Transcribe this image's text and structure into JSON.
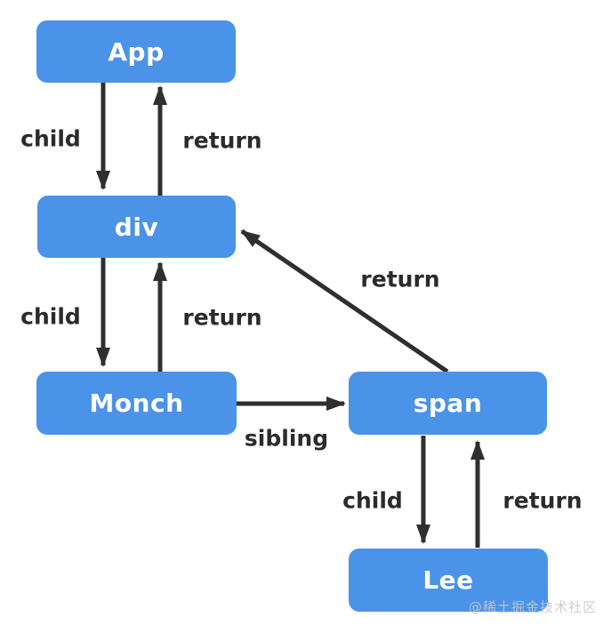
{
  "diagram": {
    "nodes": [
      {
        "id": "App",
        "label": "App"
      },
      {
        "id": "div",
        "label": "div"
      },
      {
        "id": "Monch",
        "label": "Monch"
      },
      {
        "id": "span",
        "label": "span"
      },
      {
        "id": "Lee",
        "label": "Lee"
      }
    ],
    "edges": [
      {
        "from": "App",
        "to": "div",
        "label": "child"
      },
      {
        "from": "div",
        "to": "App",
        "label": "return"
      },
      {
        "from": "div",
        "to": "Monch",
        "label": "child"
      },
      {
        "from": "Monch",
        "to": "div",
        "label": "return"
      },
      {
        "from": "Monch",
        "to": "span",
        "label": "sibling"
      },
      {
        "from": "span",
        "to": "div",
        "label": "return"
      },
      {
        "from": "span",
        "to": "Lee",
        "label": "child"
      },
      {
        "from": "Lee",
        "to": "span",
        "label": "return"
      }
    ],
    "colors": {
      "node_fill": "#4b93e8",
      "node_text": "#ffffff",
      "arrow": "#2f2f2f",
      "edge_label_text": "#2b2b2b",
      "background": "#ffffff"
    }
  },
  "watermark": {
    "text": "@稀土掘金技术社区",
    "color": "#c9c9c9"
  }
}
